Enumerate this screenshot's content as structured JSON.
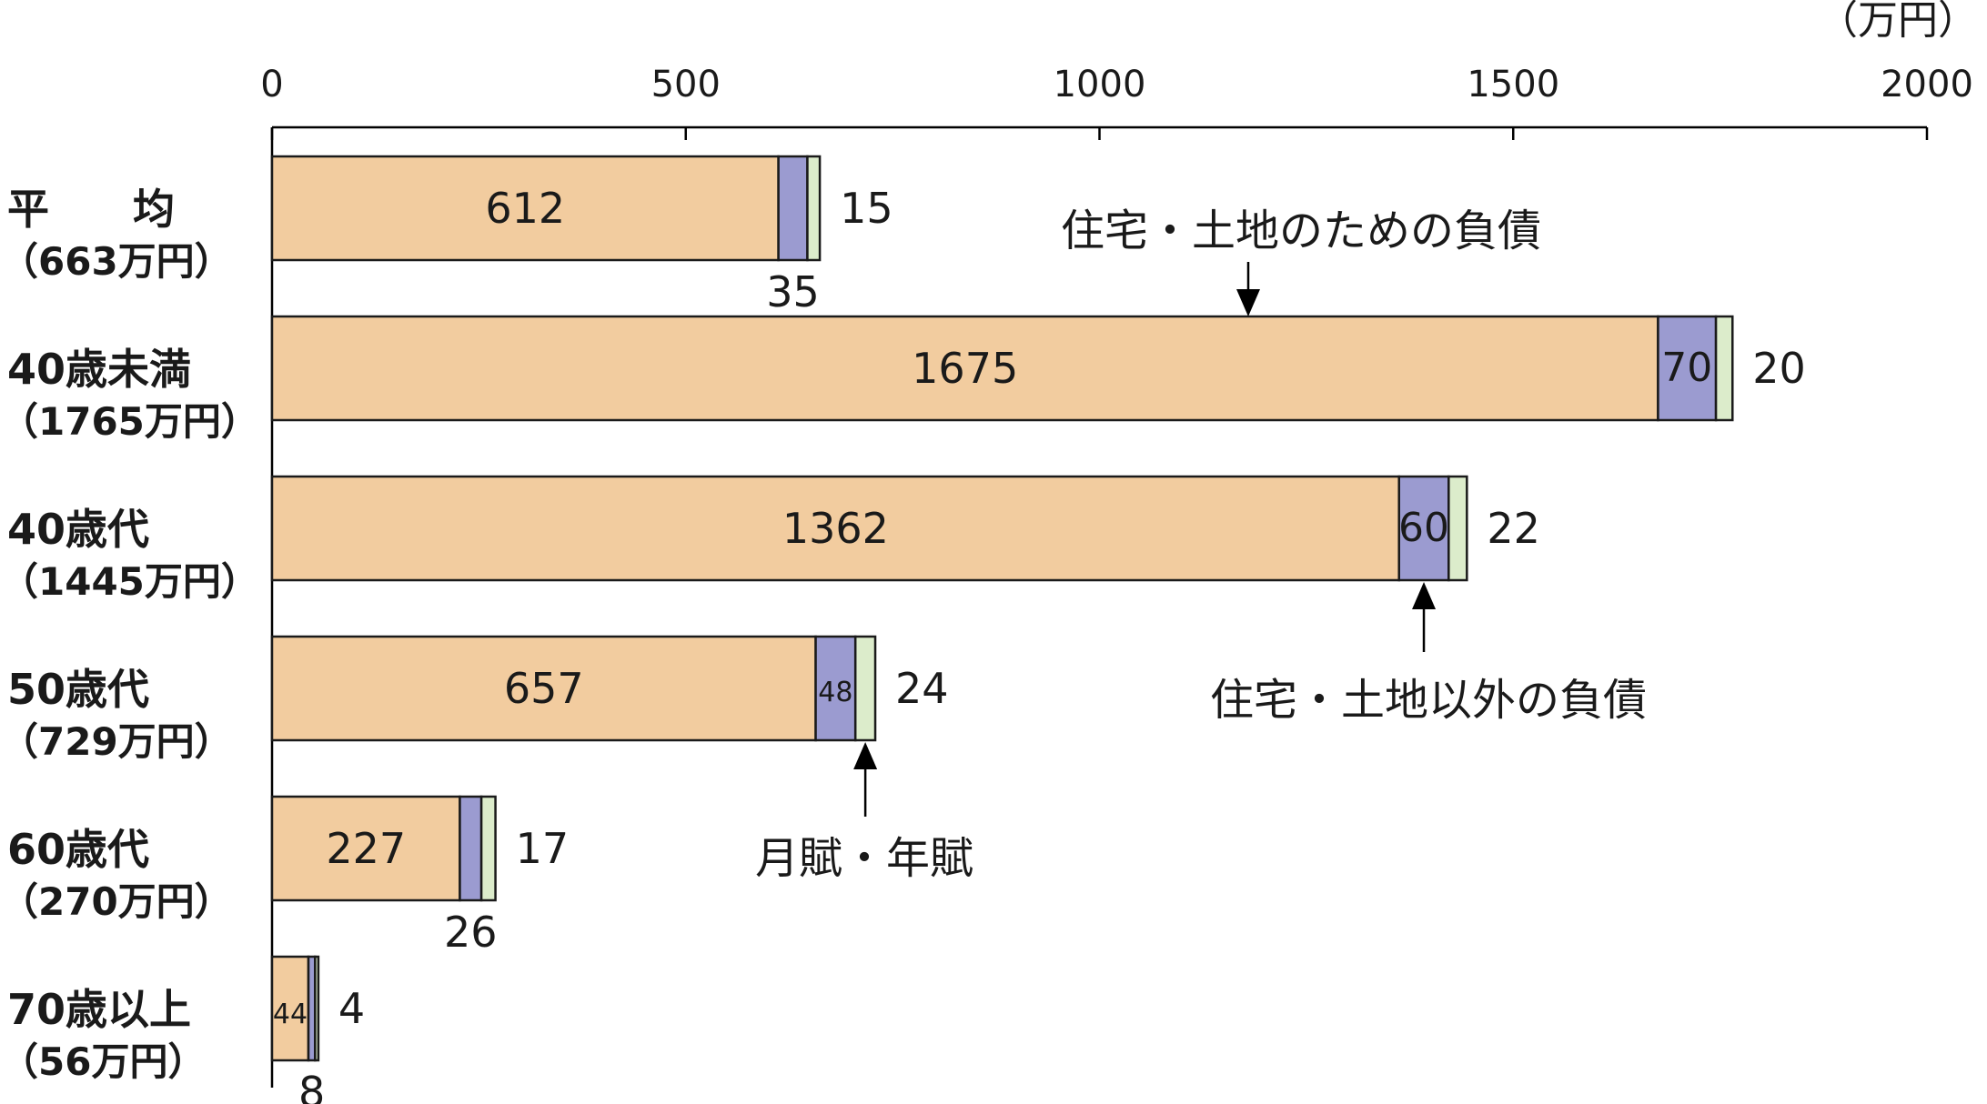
{
  "chart_data": {
    "type": "bar",
    "orientation": "horizontal",
    "stacked": true,
    "unit_label": "（万円）",
    "xlim": [
      0,
      2000
    ],
    "x_ticks": [
      "0",
      "500",
      "1000",
      "1500",
      "2000"
    ],
    "x_tick_values": [
      0,
      500,
      1000,
      1500,
      2000
    ],
    "grid": false,
    "categories": [
      {
        "name": "平　　均",
        "total": "（663万円）"
      },
      {
        "name": "40歳未満",
        "total": "（1765万円）"
      },
      {
        "name": "40歳代",
        "total": "（1445万円）"
      },
      {
        "name": "50歳代",
        "total": "（729万円）"
      },
      {
        "name": "60歳代",
        "total": "（270万円）"
      },
      {
        "name": "70歳以上",
        "total": "（56万円）"
      }
    ],
    "series": [
      {
        "name": "住宅・土地のための負債",
        "color": "#f2cc9f",
        "values": [
          612,
          1675,
          1362,
          657,
          227,
          44
        ]
      },
      {
        "name": "住宅・土地以外の負債",
        "color": "#9b9bd0",
        "values": [
          35,
          70,
          60,
          48,
          26,
          8
        ]
      },
      {
        "name": "月賦・年賦",
        "color": "#dceccb",
        "values": [
          15,
          20,
          22,
          24,
          17,
          4
        ]
      }
    ],
    "annotations": [
      {
        "text": "住宅・土地のための負債",
        "series": 0,
        "category": 1
      },
      {
        "text": "住宅・土地以外の負債",
        "series": 1,
        "category": 2
      },
      {
        "text": "月賦・年賦",
        "series": 2,
        "category": 3
      }
    ]
  }
}
